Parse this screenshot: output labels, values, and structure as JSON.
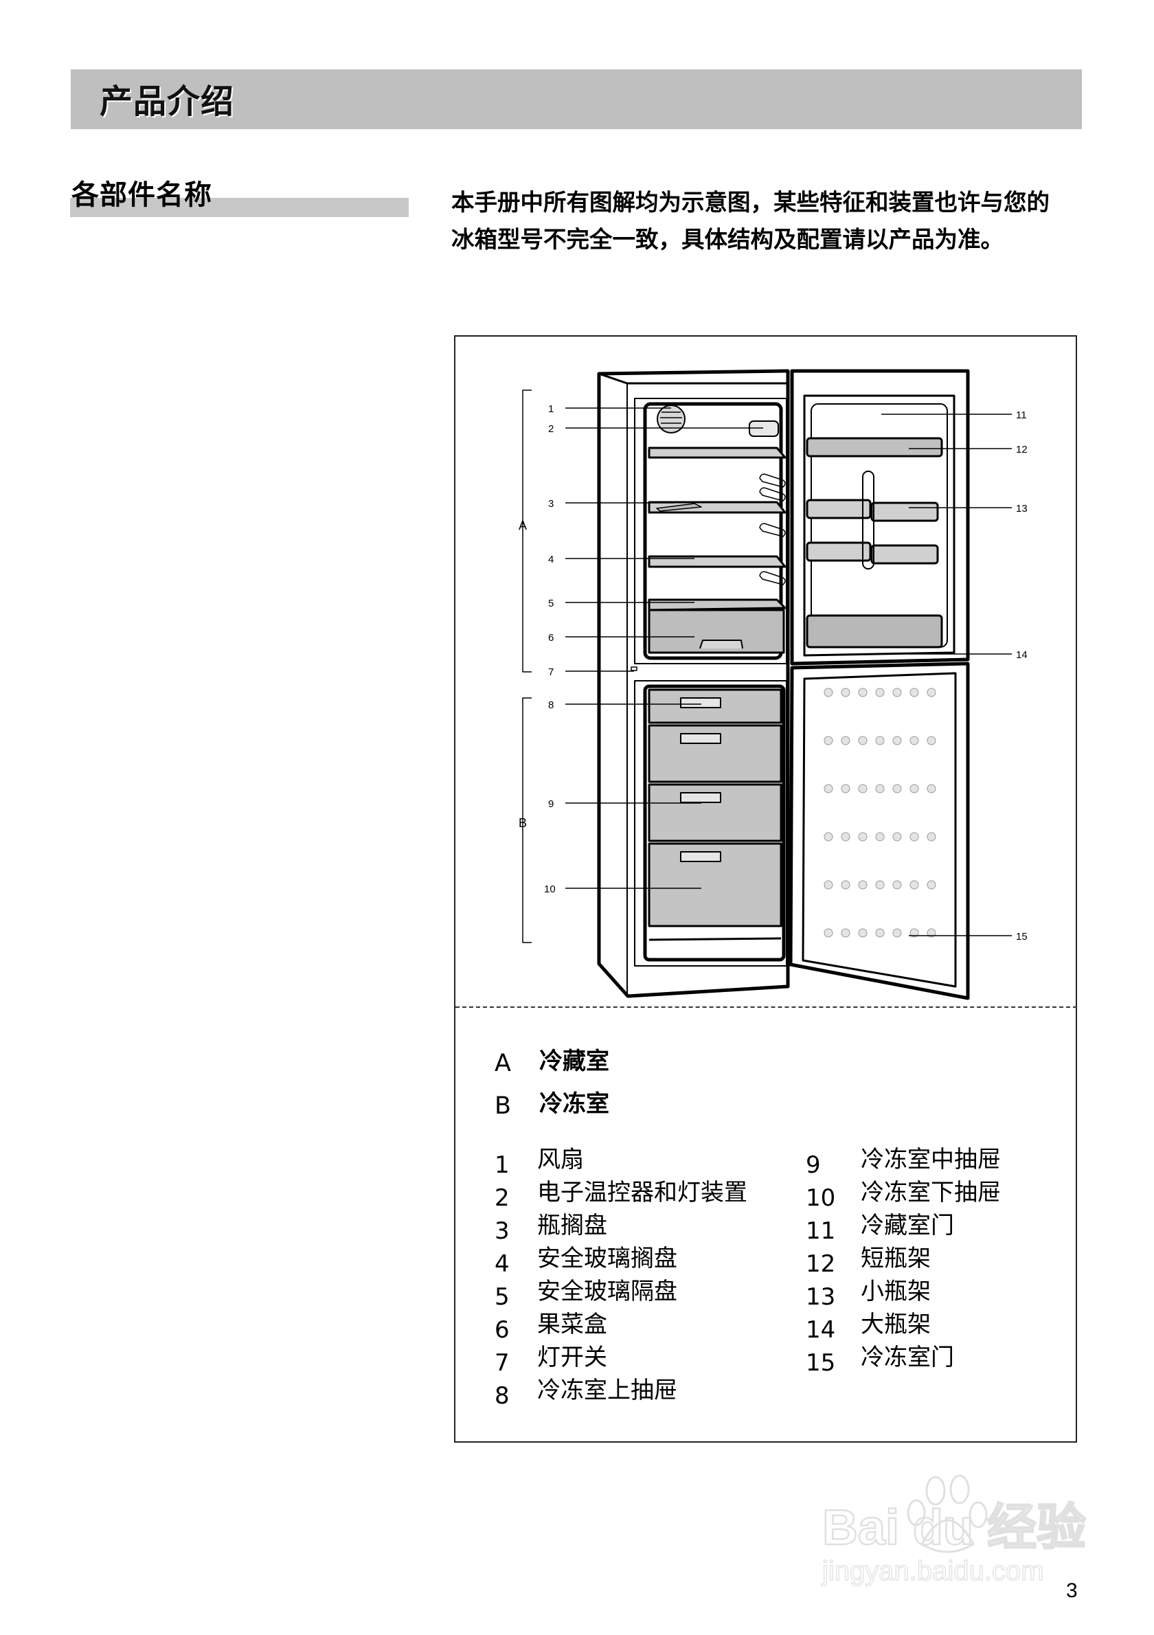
{
  "header": {
    "title": "产品介绍"
  },
  "section": {
    "title": "各部件名称"
  },
  "intro": {
    "line1": "本手册中所有图解均为示意图，某些特征和装置也许与您的",
    "line2": "冰箱型号不完全一致，具体结构及配置请以产品为准。"
  },
  "figure": {
    "groups": [
      {
        "key": "A",
        "label": "冷藏室"
      },
      {
        "key": "B",
        "label": "冷冻室"
      }
    ],
    "callouts_left": [
      "1",
      "2",
      "3",
      "4",
      "5",
      "6",
      "7",
      "8",
      "9",
      "10"
    ],
    "callouts_right": [
      "11",
      "12",
      "13",
      "14",
      "15"
    ]
  },
  "legend": {
    "groups": [
      {
        "key": "A",
        "label": "冷藏室"
      },
      {
        "key": "B",
        "label": "冷冻室"
      }
    ],
    "items": [
      {
        "num": "1",
        "label": "风扇"
      },
      {
        "num": "2",
        "label": "电子温控器和灯装置"
      },
      {
        "num": "3",
        "label": "瓶搁盘"
      },
      {
        "num": "4",
        "label": "安全玻璃搁盘"
      },
      {
        "num": "5",
        "label": "安全玻璃隔盘"
      },
      {
        "num": "6",
        "label": "果菜盒"
      },
      {
        "num": "7",
        "label": "灯开关"
      },
      {
        "num": "8",
        "label": "冷冻室上抽屉"
      },
      {
        "num": "9",
        "label": "冷冻室中抽屉"
      },
      {
        "num": "10",
        "label": "冷冻室下抽屉"
      },
      {
        "num": "11",
        "label": "冷藏室门"
      },
      {
        "num": "12",
        "label": "短瓶架"
      },
      {
        "num": "13",
        "label": "小瓶架"
      },
      {
        "num": "14",
        "label": "大瓶架"
      },
      {
        "num": "15",
        "label": "冷冻室门"
      }
    ]
  },
  "watermark": {
    "brand": "Bai du 经验",
    "url": "jingyan.baidu.com"
  },
  "page": {
    "number": "3"
  },
  "colors": {
    "header_bar": "#bfbfbf",
    "section_bar": "#c8c8c8",
    "text": "#000000",
    "drawing_fill": "#c8c8c8"
  }
}
